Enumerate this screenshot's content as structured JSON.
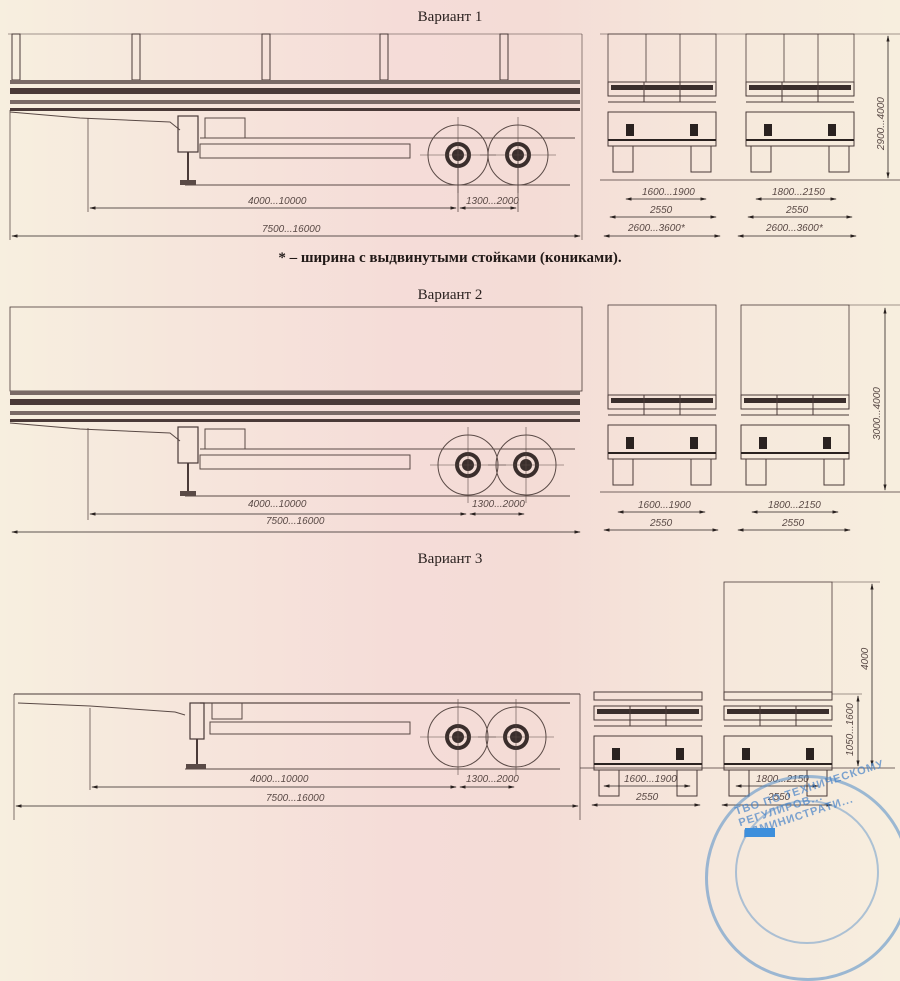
{
  "document": {
    "variants": [
      {
        "title": "Вариант 1",
        "side_view": {
          "dims": {
            "kingpin_to_axle": "4000...10000",
            "axle_spacing": "1300...2000",
            "overall_length": "7500...16000"
          }
        },
        "rear_views": [
          {
            "track": "1600...1900",
            "width": "2550",
            "width_ext": "2600...3600*"
          },
          {
            "track": "1800...2150",
            "width": "2550",
            "width_ext": "2600...3600*"
          }
        ],
        "height": "2900...4000"
      },
      {
        "title": "Вариант 2",
        "side_view": {
          "dims": {
            "kingpin_to_axle": "4000...10000",
            "axle_spacing": "1300...2000",
            "overall_length": "7500...16000"
          }
        },
        "rear_views": [
          {
            "track": "1600...1900",
            "width": "2550"
          },
          {
            "track": "1800...2150",
            "width": "2550"
          }
        ],
        "height": "3000...4000"
      },
      {
        "title": "Вариант 3",
        "side_view": {
          "dims": {
            "kingpin_to_axle": "4000...10000",
            "axle_spacing": "1300...2000",
            "overall_length": "7500...16000"
          }
        },
        "rear_views": [
          {
            "track": "1600...1900",
            "width": "2550"
          },
          {
            "track": "1800...2150",
            "width": "2550"
          }
        ],
        "platform_height": "1050...1600",
        "height": "4000"
      }
    ],
    "footnote": "* – ширина с выдвинутыми стойками (кониками).",
    "stamp_text": "ТВО ПО ТЕХНИЧЕСКОМУ РЕГУЛИРОВ... АДМИНИСТРАТИ..."
  }
}
